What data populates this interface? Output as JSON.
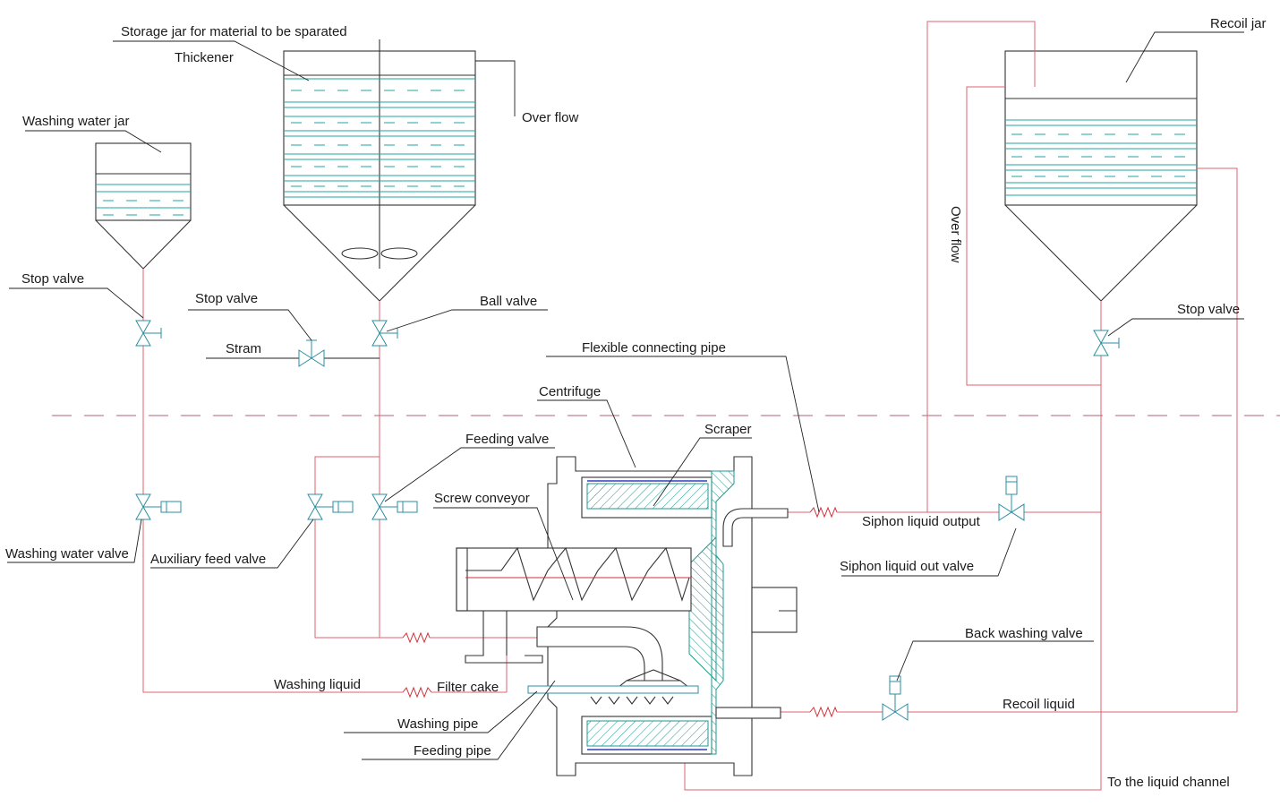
{
  "labels": {
    "storage_jar": "Storage jar for material to be sparated",
    "thickener": "Thickener",
    "over_flow_top": "Over flow",
    "washing_water_jar": "Washing water jar",
    "stop_valve_left": "Stop valve",
    "stop_valve_mid": "Stop valve",
    "stram": "Stram",
    "ball_valve": "Ball valve",
    "flexible_pipe": "Flexible connecting pipe",
    "centrifuge": "Centrifuge",
    "feeding_valve": "Feeding valve",
    "scraper": "Scraper",
    "screw_conveyor": "Screw conveyor",
    "washing_water_valve": "Washing water valve",
    "auxiliary_feed_valve": "Auxiliary feed valve",
    "siphon_output": "Siphon liquid output",
    "siphon_valve": "Siphon liquid out valve",
    "back_washing_valve": "Back washing valve",
    "recoil_liquid": "Recoil liquid",
    "washing_liquid": "Washing liquid",
    "filter_cake": "Filter cake",
    "washing_pipe": "Washing pipe",
    "feeding_pipe": "Feeding pipe",
    "to_liquid_channel": "To the liquid channel",
    "recoil_jar": "Recoil jar",
    "over_flow_vertical": "Over flow",
    "stop_valve_right": "Stop valve"
  },
  "colors": {
    "pipe": "#e06070",
    "liquid": "#1fa5a0",
    "valve": "#2b8fa0",
    "outline": "#333333",
    "ground_line": "#c08090"
  }
}
